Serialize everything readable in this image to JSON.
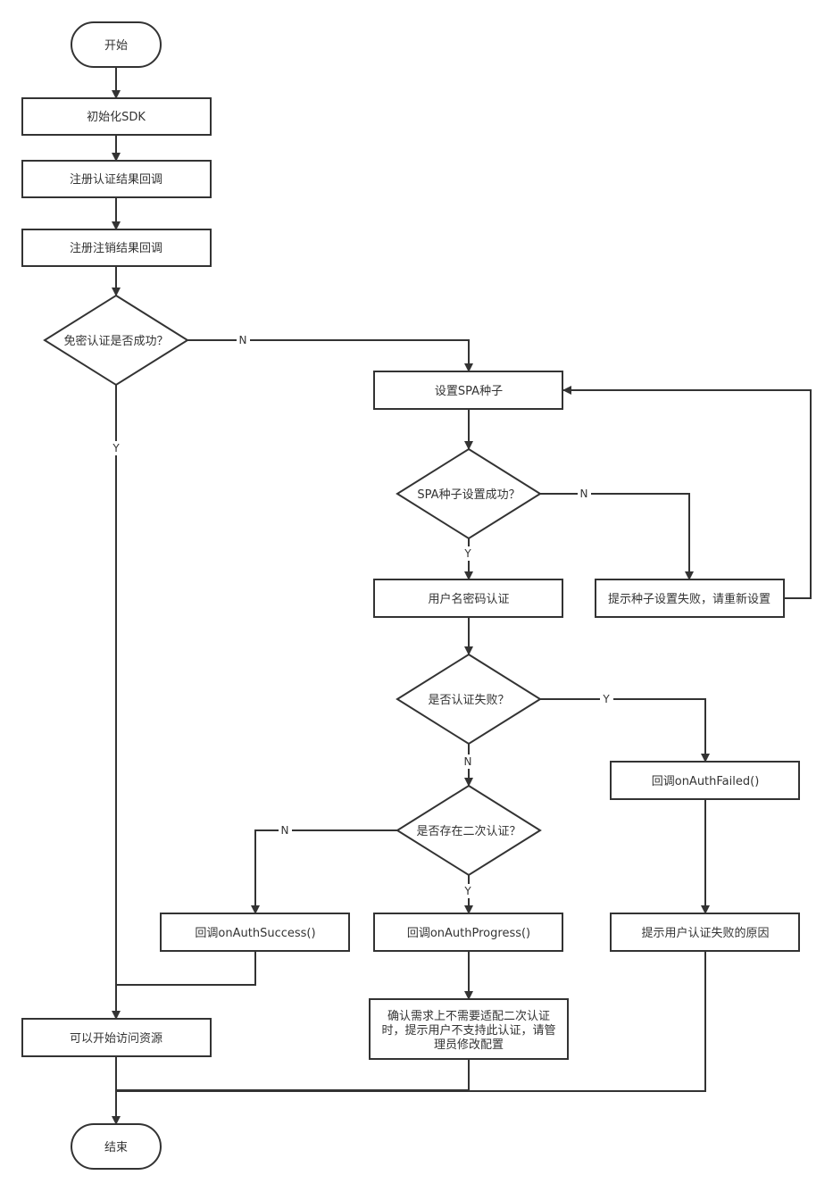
{
  "nodes": {
    "start": "开始",
    "init_sdk": "初始化SDK",
    "register_auth_callback": "注册认证结果回调",
    "register_logout_callback": "注册注销结果回调",
    "passwordless_ok": "免密认证是否成功？",
    "set_spa_seed": "设置SPA种子",
    "spa_seed_ok": "SPA种子设置成功？",
    "prompt_reset_seed": "提示种子设置失败，请重新设置",
    "username_password_auth": "用户名密码认证",
    "auth_failed": "是否认证失败？",
    "cb_auth_failed": "回调onAuthFailed()",
    "second_auth": "是否存在二次认证？",
    "cb_auth_success": "回调onAuthSuccess()",
    "cb_auth_progress": "回调onAuthProgress()",
    "prompt_fail_reason": "提示用户认证失败的原因",
    "access_resources": "可以开始访问资源",
    "confirm_second_auth": [
      "确认需求上不需要适配二次认证",
      "时，提示用户不支持此认证，请管",
      "理员修改配置"
    ],
    "end": "结束"
  },
  "edge_labels": {
    "passwordless_no": "N",
    "passwordless_yes": "Y",
    "spa_no": "N",
    "spa_yes": "Y",
    "auth_failed_yes": "Y",
    "auth_failed_no": "N",
    "second_auth_no": "N",
    "second_auth_yes": "Y"
  },
  "colors": {
    "stroke": "#333333",
    "fill": "#ffffff"
  }
}
